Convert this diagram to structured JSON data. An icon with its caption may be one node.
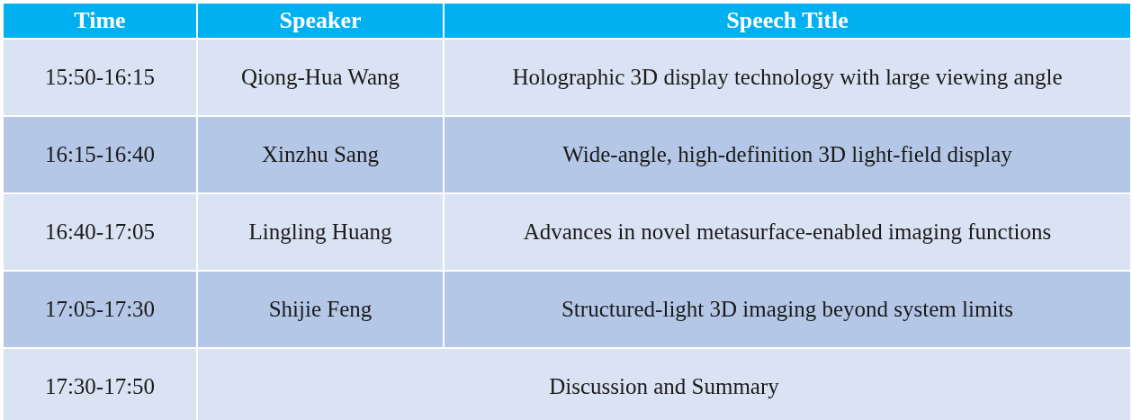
{
  "diagram": {
    "labels": [
      "Time",
      "Speaker",
      "Speech Title",
      "15:50-16:15",
      "Qiong-Hua Wang",
      "Holographic 3D display technology with large viewing angle",
      "16:15-16:40",
      "Xinzhu Sang",
      "Wide-angle, high-definition 3D light-field display",
      "16:40-17:05",
      "Lingling Huang",
      "Advances in novel metasurface-enabled imaging functions",
      "17:05-17:30",
      "Shijie Feng",
      "Structured-light 3D imaging beyond system limits",
      "17:30-17:50",
      "Discussion and Summary"
    ]
  }
}
